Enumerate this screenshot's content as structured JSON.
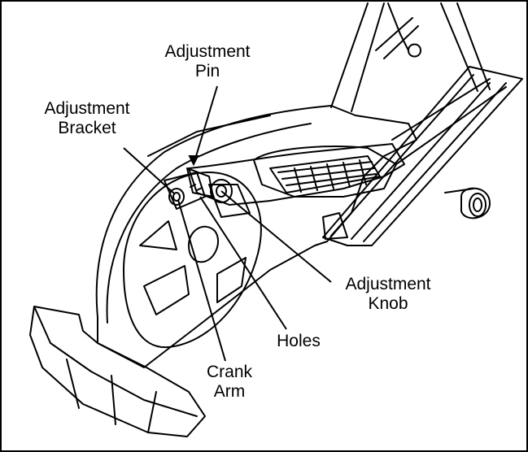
{
  "labels": {
    "adjustment_pin": [
      "Adjustment",
      "Pin"
    ],
    "adjustment_bracket": [
      "Adjustment",
      "Bracket"
    ],
    "adjustment_knob": [
      "Adjustment",
      "Knob"
    ],
    "holes": [
      "Holes"
    ],
    "crank_arm": [
      "Crank",
      "Arm"
    ]
  }
}
